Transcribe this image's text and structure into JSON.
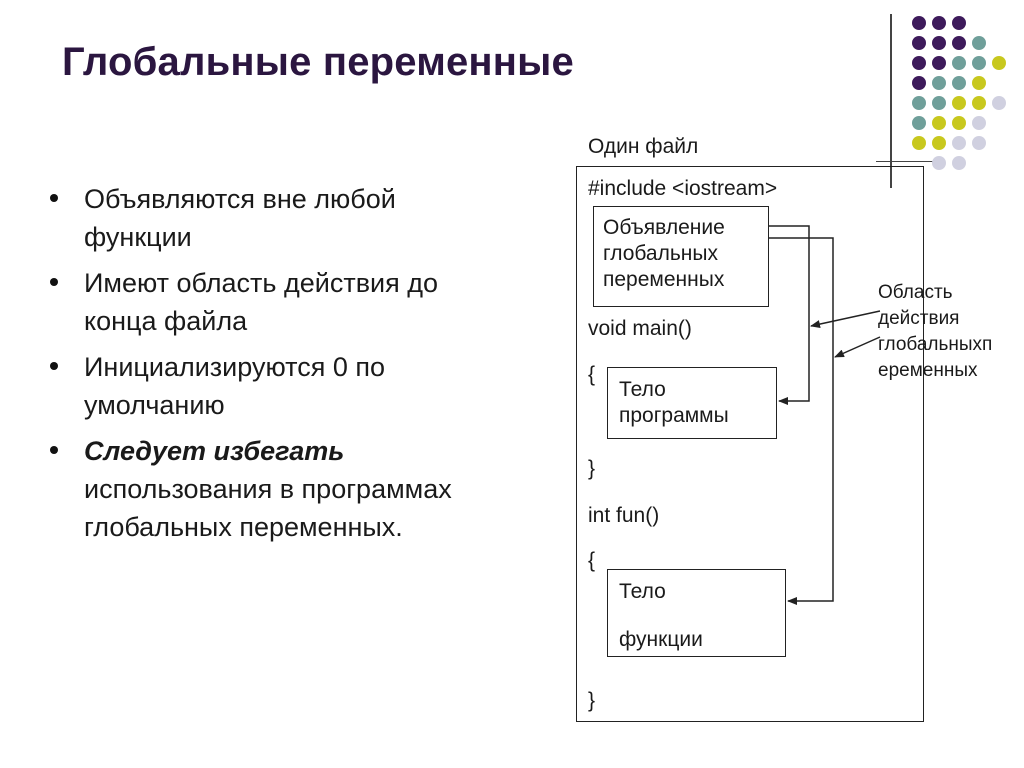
{
  "title": "Глобальные переменные",
  "bullets": [
    {
      "text": "Объявляются вне любой функции"
    },
    {
      "text": "Имеют область действия до конца файла"
    },
    {
      "text": "Инициализируются 0 по умолчанию"
    },
    {
      "emphasis": "Следует избегать",
      "text": " использования в программах глобальных переменных."
    }
  ],
  "diagram": {
    "file_label": "Один файл",
    "include_line": "#include <iostream>",
    "global_decl_box": [
      "Объявление",
      "глобальных",
      "переменных"
    ],
    "main_signature": "void main()",
    "open_brace_main": "{",
    "main_body_box": [
      "Тело",
      "программы"
    ],
    "close_brace_main": "}",
    "fun_signature": "int fun()",
    "open_brace_fun": "{",
    "fun_body_box": [
      "Тело",
      "функции"
    ],
    "close_brace_fun": "}",
    "scope_annotation": [
      "Область",
      "действия",
      "глобальныхп",
      "еременных"
    ]
  },
  "colors": {
    "title": "#2b1640",
    "dot_purple": "#3d1a5b",
    "dot_teal": "#6f9f9a",
    "dot_yellow": "#c8c81e",
    "dot_lavender": "#d0d0e0"
  },
  "decoration": {
    "dot_grid_rows": [
      [
        "purple",
        "purple",
        "purple"
      ],
      [
        "purple",
        "purple",
        "purple",
        "teal"
      ],
      [
        "purple",
        "purple",
        "teal",
        "teal",
        "yellow"
      ],
      [
        "purple",
        "teal",
        "teal",
        "yellow"
      ],
      [
        "teal",
        "teal",
        "yellow",
        "yellow",
        "lavender"
      ],
      [
        "teal",
        "yellow",
        "yellow",
        "lavender"
      ],
      [
        "yellow",
        "yellow",
        "lavender",
        "lavender"
      ],
      [
        "lavender",
        "lavender"
      ]
    ]
  }
}
